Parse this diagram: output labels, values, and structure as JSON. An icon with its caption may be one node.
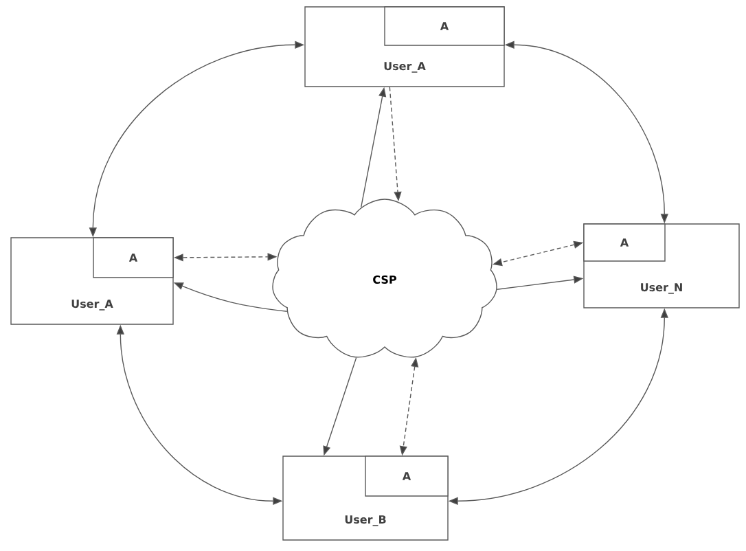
{
  "diagram": {
    "nodes": [
      {
        "text": [
          "User_A"
        ]
      },
      {
        "text": [
          "A"
        ],
        "in": 0
      },
      {
        "text": [
          "User_A"
        ]
      },
      {
        "text": [
          "A"
        ],
        "in": 2
      },
      {
        "text": [
          "CSP"
        ]
      },
      {
        "text": [
          "User_N"
        ]
      },
      {
        "text": [
          "A"
        ],
        "in": 5
      },
      {
        "text": [
          "User_B"
        ]
      },
      {
        "text": [
          "A"
        ],
        "in": 7
      }
    ],
    "edges": [
      {
        "from": 0,
        "to": 2,
        "arrow": "both"
      },
      {
        "from": 0,
        "to": 5,
        "arrow": "both"
      },
      {
        "from": 2,
        "to": 7,
        "arrow": "both"
      },
      {
        "from": 5,
        "to": 7,
        "arrow": "both"
      },
      {
        "from": 4,
        "to": 0,
        "arrow": "to"
      },
      {
        "from": 0,
        "to": 4,
        "arrow": "to",
        "style": "dashed"
      },
      {
        "from": 3,
        "to": 4,
        "arrow": "both",
        "style": "dashed"
      },
      {
        "from": 4,
        "to": 2,
        "arrow": "to"
      },
      {
        "from": 6,
        "to": 4,
        "arrow": "both",
        "style": "dashed"
      },
      {
        "from": 4,
        "to": 5,
        "arrow": "to"
      },
      {
        "from": 4,
        "to": 7,
        "arrow": "to"
      },
      {
        "from": 4,
        "to": 8,
        "arrow": "both",
        "style": "dashed"
      }
    ]
  }
}
